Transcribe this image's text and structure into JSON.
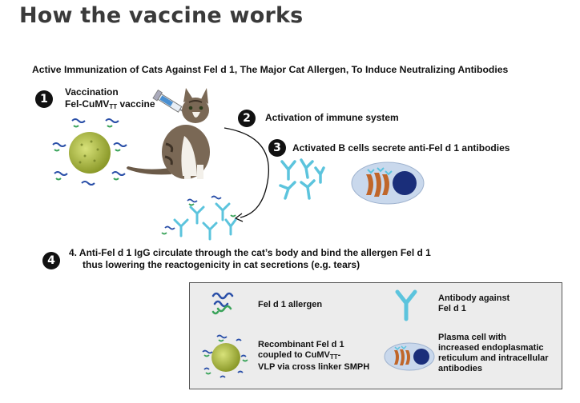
{
  "page_title": "How the vaccine works",
  "figure_title": "Active Immunization of Cats Against Fel d 1, The Major Cat Allergen, To Induce Neutralizing Antibodies",
  "steps": [
    {
      "number": "1",
      "line1": "Vaccination",
      "line2_prefix": "Fel-CuMV",
      "line2_sub": "TT",
      "line2_suffix": " vaccine"
    },
    {
      "number": "2",
      "text": "Activation of immune system"
    },
    {
      "number": "3",
      "text": "Activated B cells secrete anti-Fel d 1 antibodies"
    },
    {
      "number": "4",
      "line1": "4. Anti-Fel d 1 IgG circulate through the cat’s body and bind the allergen Fel d 1",
      "line2": "thus lowering the reactogenicity in cat secretions (e.g. tears)"
    }
  ],
  "legend": {
    "allergen": "Fel d 1 allergen",
    "antibody_line1": "Antibody against",
    "antibody_line2": "Fel d 1",
    "vlp_line1": "Recombinant Fel d 1",
    "vlp_line2_prefix": "coupled to CuMV",
    "vlp_line2_sub": "TT",
    "vlp_line2_suffix": "-",
    "vlp_line3": "VLP via cross linker SMPH",
    "plasma_line1": "Plasma cell with",
    "plasma_line2": "increased endoplasmatic",
    "plasma_line3": "reticulum and intracellular",
    "plasma_line4": "antibodies"
  },
  "icons": {
    "step_numbers": "black-circle-number",
    "allergen": "fel-d-1-protein-icon",
    "antibody": "y-shaped-antibody-icon",
    "vlp": "virus-like-particle-icon",
    "plasma_cell": "plasma-cell-icon",
    "cat": "cat-icon",
    "syringe": "syringe-icon"
  },
  "colors": {
    "antibody": "#5cc4dd",
    "vlp_core": "#a8b83a",
    "allergen_blue": "#2a4fa8",
    "allergen_green": "#3aa35a",
    "plasma_nucleus": "#1a2e7a",
    "plasma_cytoplasm": "#c9d8ec",
    "legend_bg": "#ececec"
  }
}
